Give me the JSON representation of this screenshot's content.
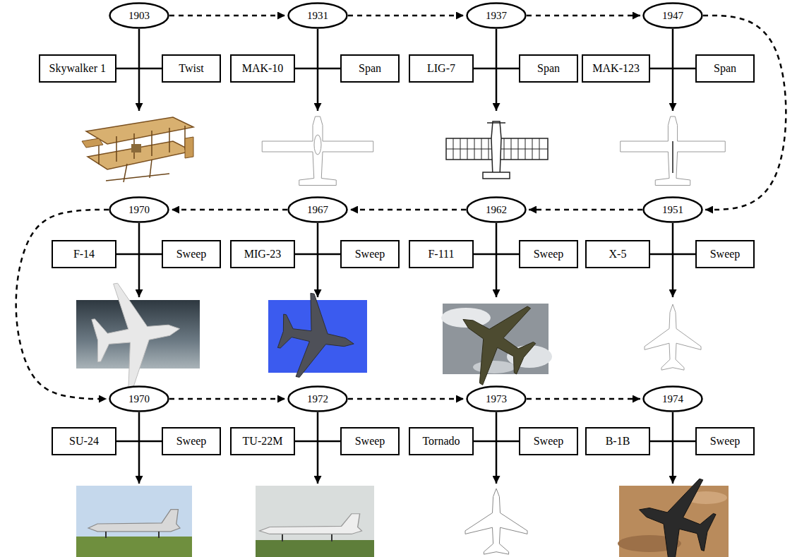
{
  "diagram": {
    "nodes": [
      {
        "text": [
          "1903"
        ]
      },
      {
        "text": [
          "Skywalker 1"
        ]
      },
      {
        "text": [
          "Twist"
        ]
      },
      {
        "text": [
          "1931"
        ]
      },
      {
        "text": [
          "MAK-10"
        ]
      },
      {
        "text": [
          "Span"
        ]
      },
      {
        "text": [
          "1937"
        ]
      },
      {
        "text": [
          "LIG-7"
        ]
      },
      {
        "text": [
          "Span"
        ]
      },
      {
        "text": [
          "1947"
        ]
      },
      {
        "text": [
          "MAK-123"
        ]
      },
      {
        "text": [
          "Span"
        ]
      },
      {
        "text": [
          "1951"
        ]
      },
      {
        "text": [
          "X-5"
        ]
      },
      {
        "text": [
          "Sweep"
        ]
      },
      {
        "text": [
          "1962"
        ]
      },
      {
        "text": [
          "F-111"
        ]
      },
      {
        "text": [
          "Sweep"
        ]
      },
      {
        "text": [
          "1967"
        ]
      },
      {
        "text": [
          "MIG-23"
        ]
      },
      {
        "text": [
          "Sweep"
        ]
      },
      {
        "text": [
          "1970"
        ]
      },
      {
        "text": [
          "F-14"
        ]
      },
      {
        "text": [
          "Sweep"
        ]
      },
      {
        "text": [
          "1970"
        ]
      },
      {
        "text": [
          "SU-24"
        ]
      },
      {
        "text": [
          "Sweep"
        ]
      },
      {
        "text": [
          "1972"
        ]
      },
      {
        "text": [
          "TU-22M"
        ]
      },
      {
        "text": [
          "Sweep"
        ]
      },
      {
        "text": [
          "1973"
        ]
      },
      {
        "text": [
          "Tornado"
        ]
      },
      {
        "text": [
          "Sweep"
        ]
      },
      {
        "text": [
          "1974"
        ]
      },
      {
        "text": [
          "B-1B"
        ]
      },
      {
        "text": [
          "Sweep"
        ]
      }
    ],
    "edges": [
      {
        "from": 0,
        "to": 3,
        "arrow": "to"
      },
      {
        "from": 3,
        "to": 6,
        "arrow": "to"
      },
      {
        "from": 6,
        "to": 9,
        "arrow": "to"
      },
      {
        "from": 9,
        "to": 12,
        "arrow": "to"
      },
      {
        "from": 12,
        "to": 15,
        "arrow": "to"
      },
      {
        "from": 15,
        "to": 18,
        "arrow": "to"
      },
      {
        "from": 18,
        "to": 21,
        "arrow": "to"
      },
      {
        "from": 21,
        "to": 24,
        "arrow": "to"
      },
      {
        "from": 24,
        "to": 27,
        "arrow": "to"
      },
      {
        "from": 27,
        "to": 30,
        "arrow": "to"
      },
      {
        "from": 30,
        "to": 33,
        "arrow": "to"
      },
      {
        "from": 1,
        "to": 2,
        "arrow": "none"
      },
      {
        "from": 4,
        "to": 5,
        "arrow": "none"
      },
      {
        "from": 7,
        "to": 8,
        "arrow": "none"
      },
      {
        "from": 10,
        "to": 11,
        "arrow": "none"
      },
      {
        "from": 13,
        "to": 14,
        "arrow": "none"
      },
      {
        "from": 16,
        "to": 17,
        "arrow": "none"
      },
      {
        "from": 19,
        "to": 20,
        "arrow": "none"
      },
      {
        "from": 22,
        "to": 23,
        "arrow": "none"
      },
      {
        "from": 25,
        "to": 26,
        "arrow": "none"
      },
      {
        "from": 28,
        "to": 29,
        "arrow": "none"
      },
      {
        "from": 31,
        "to": 32,
        "arrow": "none"
      },
      {
        "from": 34,
        "to": 35,
        "arrow": "none"
      }
    ]
  }
}
